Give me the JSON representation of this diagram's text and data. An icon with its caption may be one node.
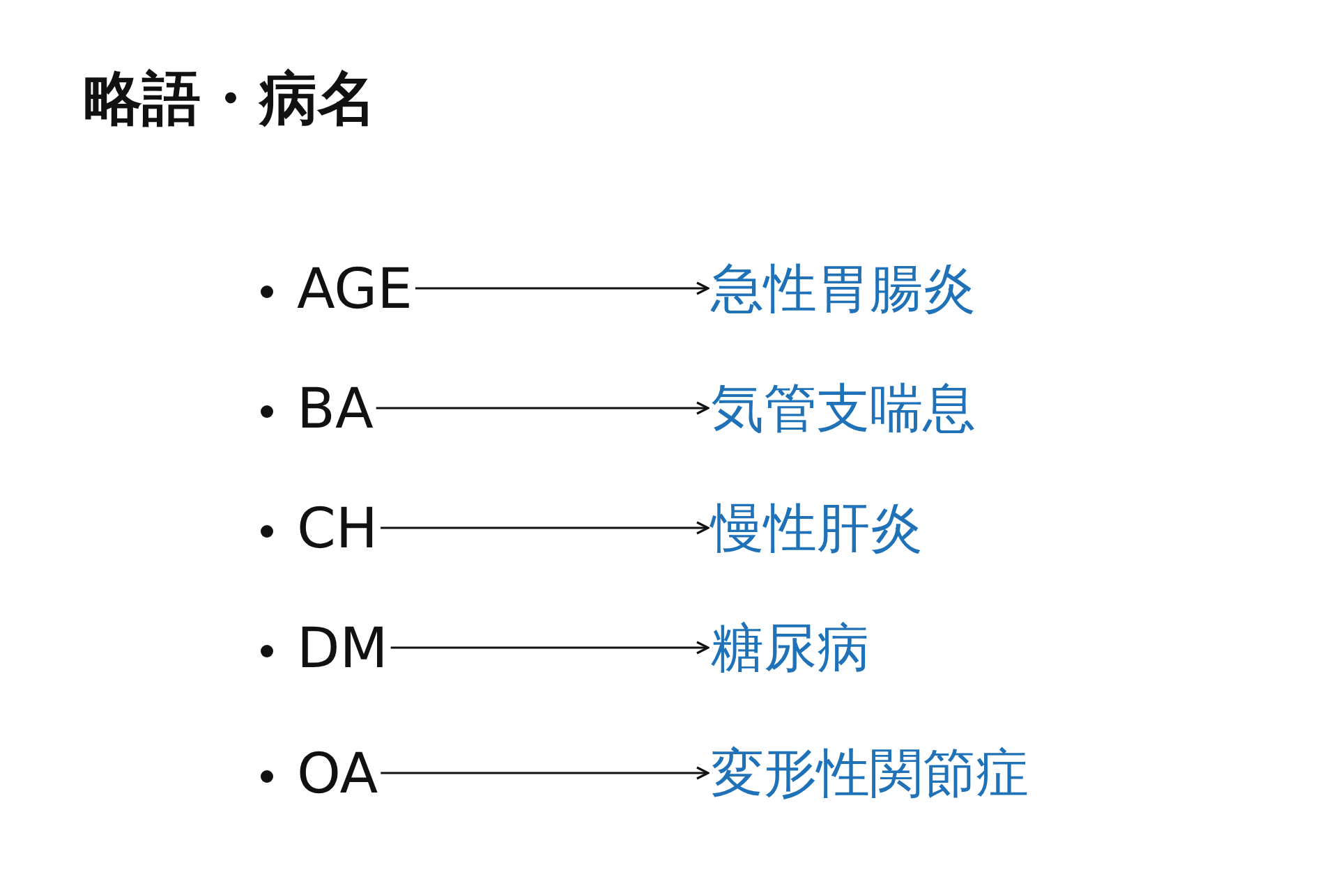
{
  "diagram": {
    "title": "略語・病名",
    "nodes": [
      {
        "text": [
          "AGE"
        ]
      },
      {
        "text": [
          "急性胃腸炎"
        ]
      },
      {
        "text": [
          "BA"
        ]
      },
      {
        "text": [
          "気管支喘息"
        ]
      },
      {
        "text": [
          "CH"
        ]
      },
      {
        "text": [
          "慢性肝炎"
        ]
      },
      {
        "text": [
          "DM"
        ]
      },
      {
        "text": [
          "糖尿病"
        ]
      },
      {
        "text": [
          "OA"
        ]
      },
      {
        "text": [
          "変形性関節症"
        ]
      }
    ],
    "edges": [
      {
        "from": 0,
        "to": 1,
        "arrow": "to"
      },
      {
        "from": 2,
        "to": 3,
        "arrow": "to"
      },
      {
        "from": 4,
        "to": 5,
        "arrow": "to"
      },
      {
        "from": 6,
        "to": 7,
        "arrow": "to"
      },
      {
        "from": 8,
        "to": 9,
        "arrow": "to"
      }
    ]
  }
}
